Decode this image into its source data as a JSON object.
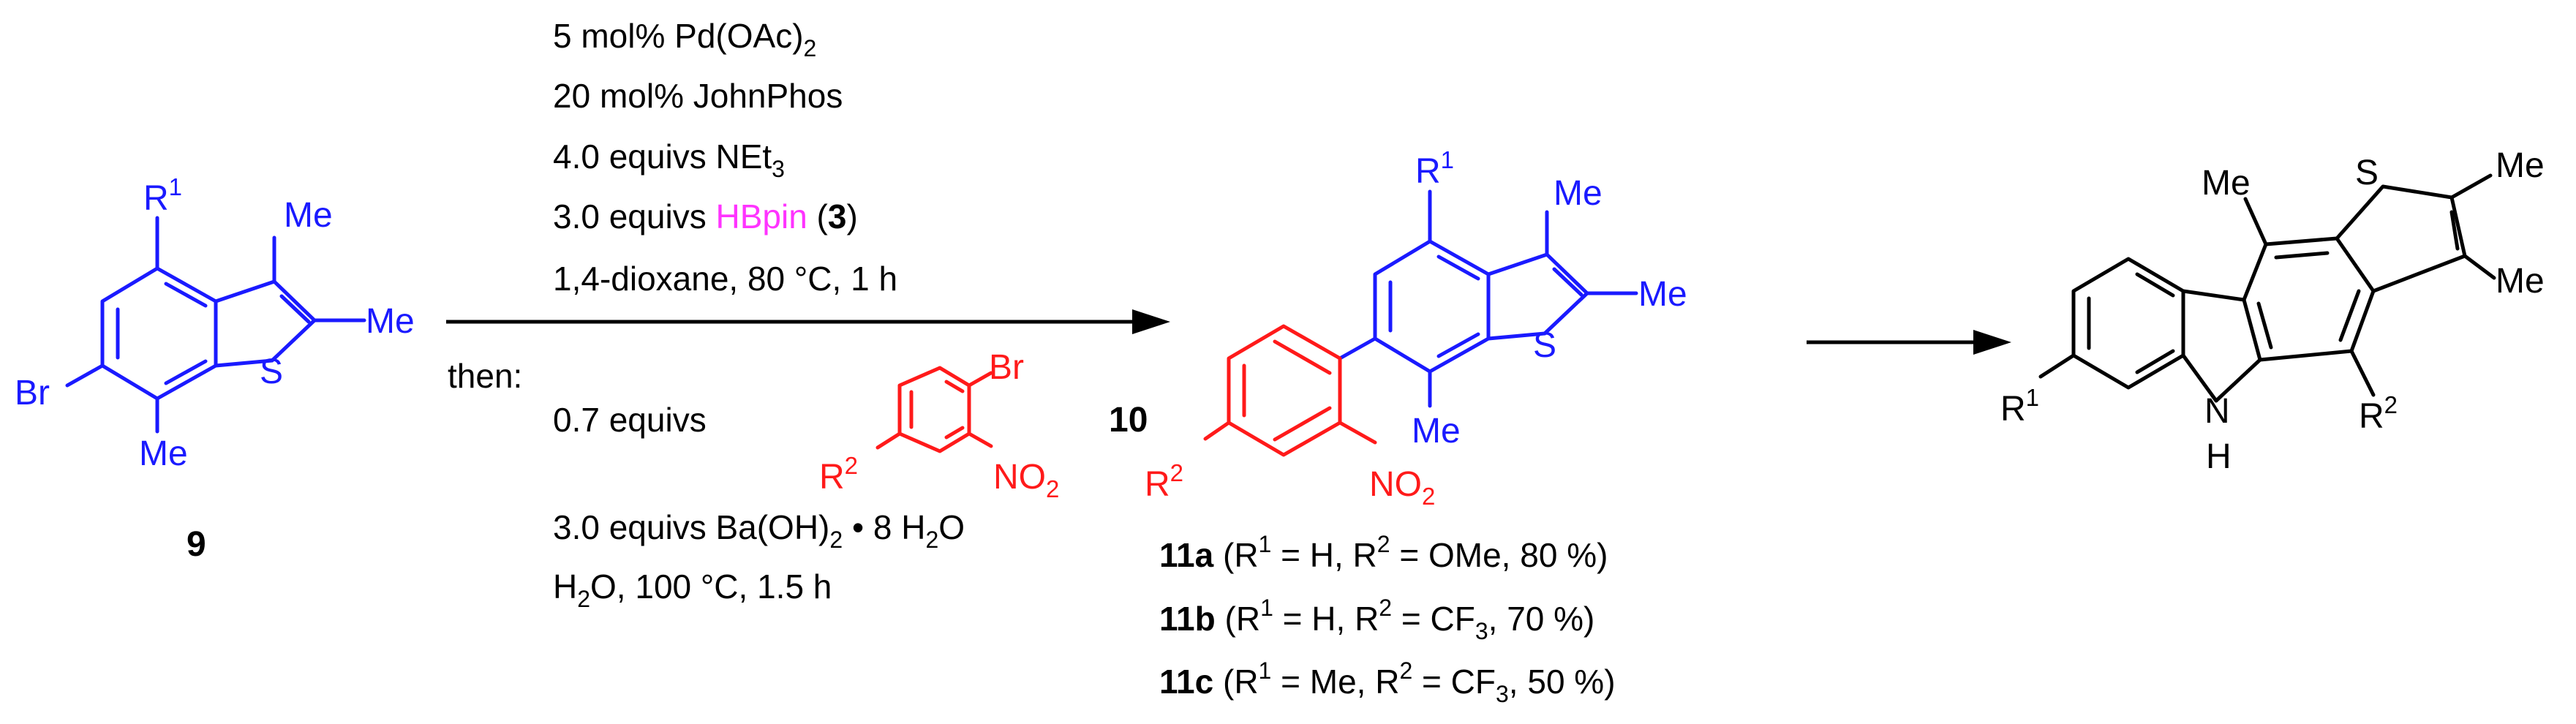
{
  "compound_9": {
    "label": "9",
    "substituents": {
      "r1": "R",
      "r1_sup": "1",
      "me_top": "Me",
      "me_right": "Me",
      "me_bottom": "Me",
      "br": "Br",
      "s": "S"
    }
  },
  "conditions_above": [
    {
      "text": "5 mol% Pd(OAc)",
      "sub": "2"
    },
    {
      "text": "20 mol% JohnPhos"
    },
    {
      "text": "4.0 equivs NEt",
      "sub": "3"
    },
    {
      "text": "3.0 equivs ",
      "highlight": "HBpin",
      "tail_open": " (",
      "bold": "3",
      "tail_close": ")"
    },
    {
      "text": "1,4-dioxane, 80 °C, 1 h"
    }
  ],
  "conditions_below": {
    "then": "then:",
    "reagent_amount": "0.7 equivs",
    "reagent_br": "Br",
    "reagent_r2": "R",
    "reagent_r2_sup": "2",
    "reagent_no2": "NO",
    "reagent_no2_sub": "2",
    "reagent_label": "10",
    "base": {
      "text": "3.0 equivs Ba(OH)",
      "sub": "2",
      "tail": " • 8 H",
      "sub2": "2",
      "tail2": "O"
    },
    "solvent": {
      "text": "H",
      "sub": "2",
      "tail": "O, 100 °C, 1.5 h"
    }
  },
  "compound_11": {
    "substituents": {
      "r1": "R",
      "r1_sup": "1",
      "me_top": "Me",
      "me_right": "Me",
      "me_bottom": "Me",
      "s": "S",
      "r2": "R",
      "r2_sup": "2",
      "no2": "NO",
      "no2_sub": "2"
    },
    "variants": [
      {
        "label": "11a",
        "open": " (R",
        "r1s": "1",
        "mid": " = H, R",
        "r2s": "2",
        "tail": " = OMe, 80 %)"
      },
      {
        "label": "11b",
        "open": " (R",
        "r1s": "1",
        "mid": " = H, R",
        "r2s": "2",
        "tail": " = CF",
        "sub": "3",
        "tail2": ", 70 %)"
      },
      {
        "label": "11c",
        "open": " (R",
        "r1s": "1",
        "mid": " = Me, R",
        "r2s": "2",
        "tail": " = CF",
        "sub": "3",
        "tail2": ", 50 %)"
      }
    ]
  },
  "product": {
    "substituents": {
      "me_top": "Me",
      "s": "S",
      "me_right_top": "Me",
      "me_right_bottom": "Me",
      "r1": "R",
      "r1_sup": "1",
      "nh_n": "N",
      "nh_h": "H",
      "r2": "R",
      "r2_sup": "2"
    }
  }
}
